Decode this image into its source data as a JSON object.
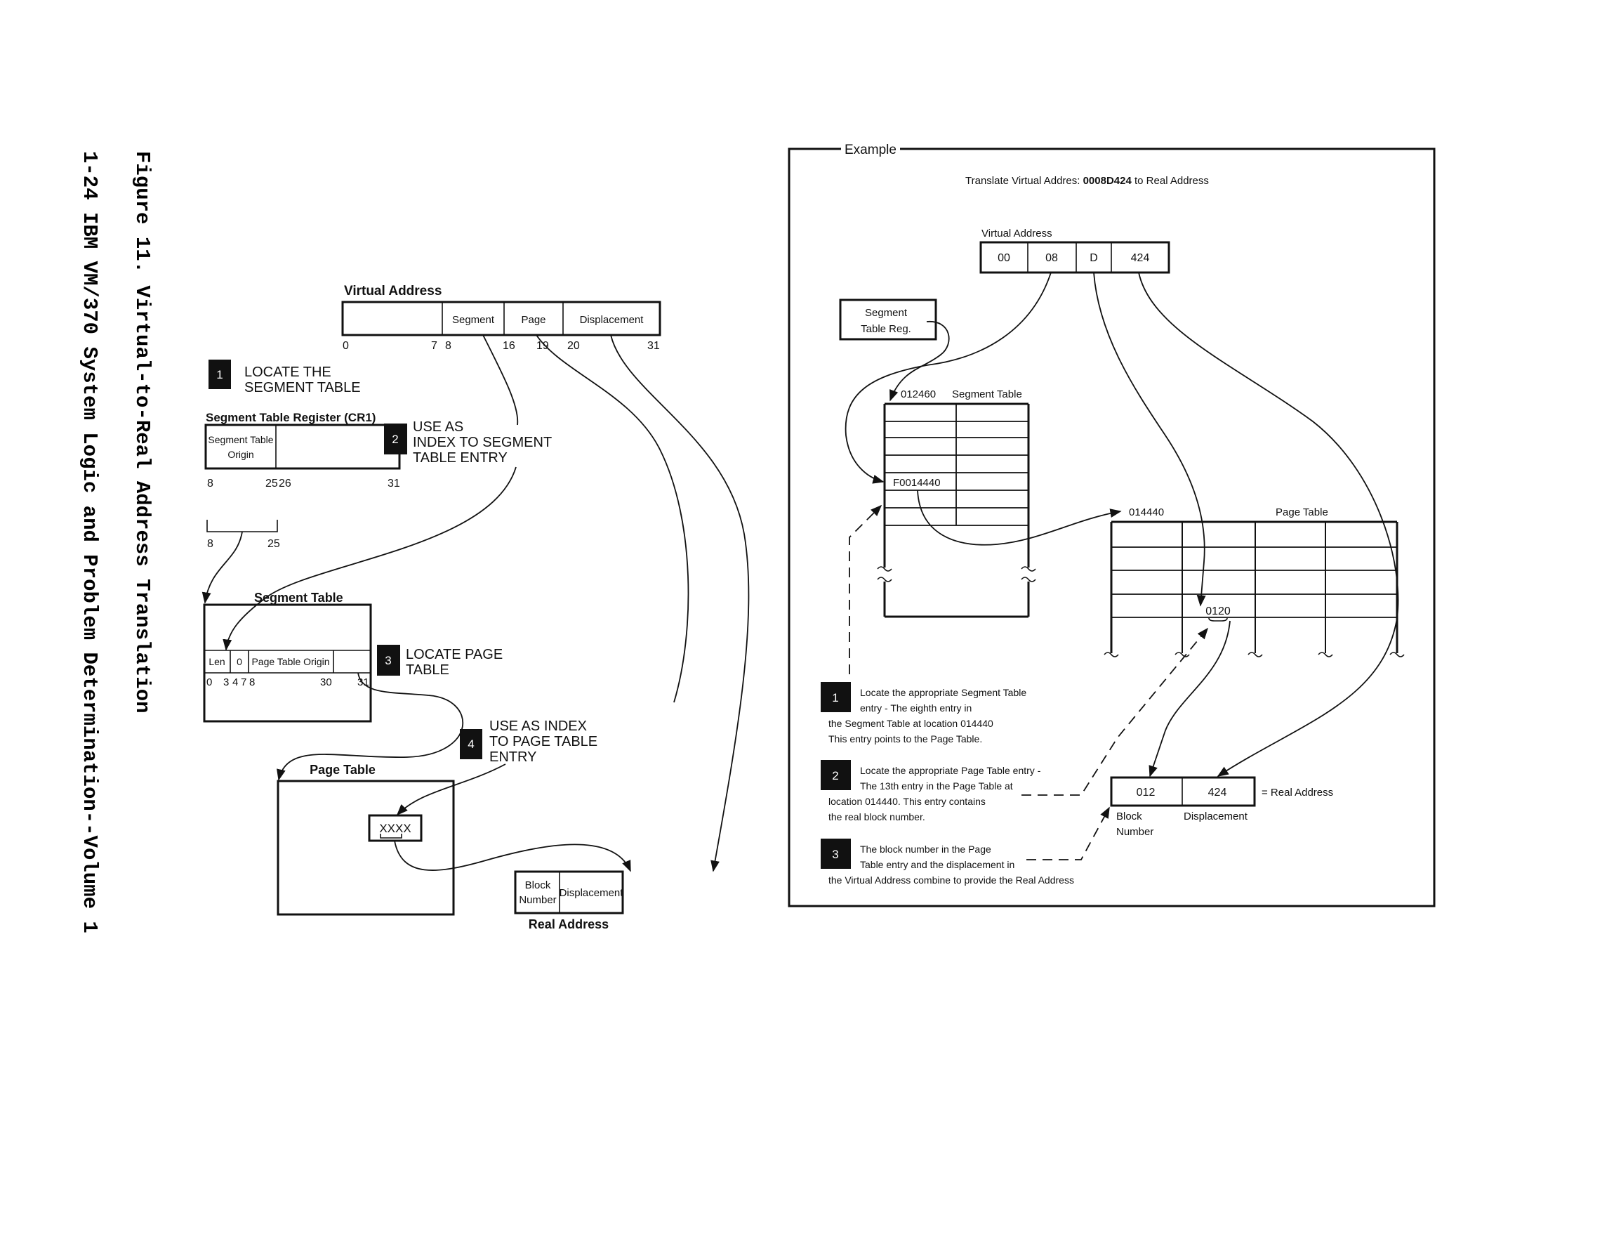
{
  "page": {
    "figure_caption": "Figure 11.  Virtual-to-Real Address Translation",
    "running_footer": "1-24  IBM VM/370 System Logic and Problem Determination--Volume 1"
  },
  "general": {
    "virtual_address": {
      "title": "Virtual Address",
      "fields": [
        "",
        "Segment",
        "Page",
        "Displacement"
      ],
      "bit_labels": [
        "0",
        "7",
        "8",
        "16",
        "19",
        "20",
        "31"
      ]
    },
    "steps": [
      {
        "number": "1",
        "lines": [
          "LOCATE THE",
          "SEGMENT TABLE"
        ]
      },
      {
        "number": "2",
        "lines": [
          "USE AS",
          "INDEX TO SEGMENT",
          "TABLE ENTRY"
        ]
      },
      {
        "number": "3",
        "lines": [
          "LOCATE PAGE",
          "TABLE"
        ]
      },
      {
        "number": "4",
        "lines": [
          "USE AS INDEX",
          "TO PAGE TABLE",
          "ENTRY"
        ]
      }
    ],
    "segment_table_register": {
      "title": "Segment Table Register (CR1)",
      "fields": [
        "Segment Table",
        "Origin"
      ],
      "bit_labels": [
        "8",
        "25",
        "26",
        "31"
      ]
    },
    "bracket_bits": [
      "8",
      "25"
    ],
    "segment_table": {
      "title": "Segment Table",
      "fields": [
        "Len",
        "0",
        "Page Table Origin",
        ""
      ],
      "bit_labels": [
        "0",
        "3",
        "4",
        "7",
        "8",
        "30",
        "31"
      ]
    },
    "page_table": {
      "title": "Page Table",
      "entry": "XXXX"
    },
    "real_address": {
      "title": "Real Address",
      "fields": [
        "Block",
        "Number",
        "Displacement"
      ]
    }
  },
  "example": {
    "legend": "Example",
    "heading_prefix": "Translate Virtual Addres: ",
    "heading_value": "0008D424",
    "heading_suffix": " to Real Address",
    "virtual_address": {
      "title": "Virtual Address",
      "fields": [
        "00",
        "08",
        "D",
        "424"
      ]
    },
    "segment_table_reg": [
      "Segment",
      "Table Reg."
    ],
    "segment_table": {
      "address": "012460",
      "title": "Segment Table",
      "entry": "F0014440"
    },
    "page_table": {
      "address": "014440",
      "title": "Page Table",
      "entry": "0120"
    },
    "real_address": {
      "block": "012",
      "displacement": "424",
      "suffix": "= Real Address",
      "block_label": [
        "Block",
        "Number"
      ],
      "displacement_label": "Displacement"
    },
    "notes": [
      {
        "number": "1",
        "lines": [
          "Locate the appropriate Segment Table",
          "entry  -  The eighth entry in",
          "the Segment Table at location 014440",
          "This entry points to the Page Table."
        ]
      },
      {
        "number": "2",
        "lines": [
          "Locate the appropriate Page Table entry -",
          "The 13th entry in the Page Table at",
          "location 014440. This entry contains",
          "the real block number."
        ]
      },
      {
        "number": "3",
        "lines": [
          "The block number in the Page",
          "Table entry and the displacement in",
          "the Virtual Address combine to provide the Real Address"
        ]
      }
    ]
  }
}
